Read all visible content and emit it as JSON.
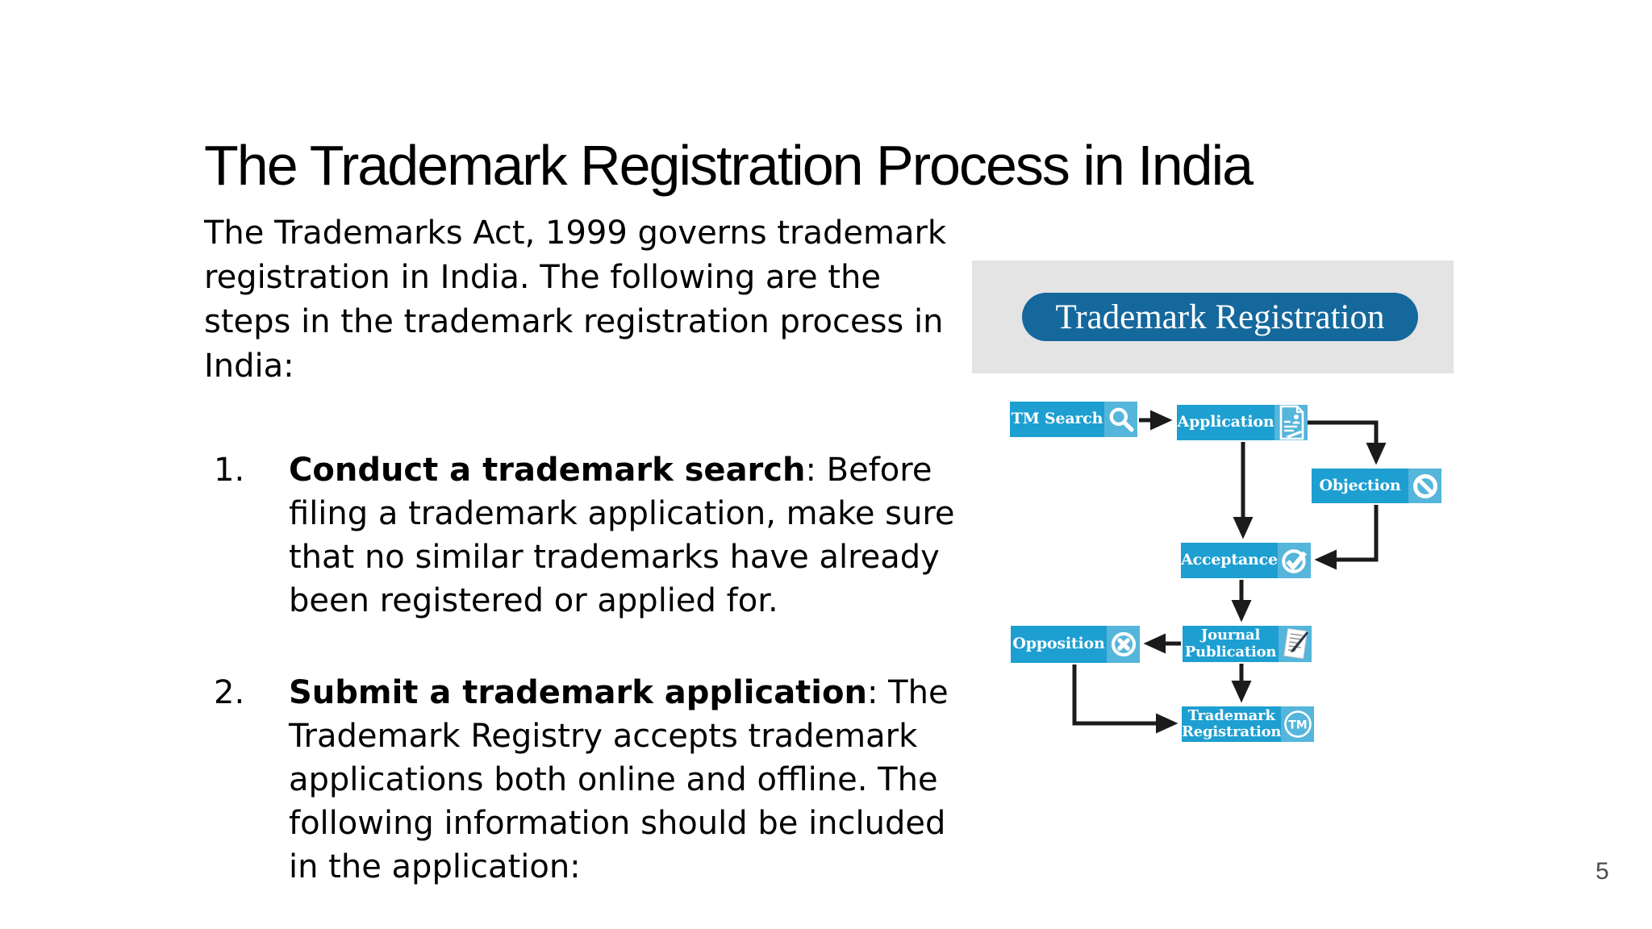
{
  "slide": {
    "title": "The Trademark Registration Process in India",
    "intro": "The Trademarks Act, 1999 governs trademark\nregistration in India. The following are the\nsteps in the trademark registration process in\nIndia:",
    "items": [
      {
        "number": "1.",
        "bold": "Conduct a trademark search",
        "rest": ": Before\nfiling a trademark application, make sure\nthat no similar trademarks have already\nbeen registered or applied for."
      },
      {
        "number": "2.",
        "bold": "Submit a trademark application",
        "rest": ": The\nTrademark Registry accepts trademark\napplications both online and offline. The\nfollowing information should be included\nin the application:"
      }
    ],
    "page_number": "5"
  },
  "diagram": {
    "banner": {
      "label": "Trademark Registration",
      "pill_color": "#15689c",
      "bg_color": "#e4e4e4"
    },
    "colors": {
      "node_fill": "#1d9fd2",
      "icon_tile_fill": "#55b5db",
      "arrow": "#1b1b1b"
    },
    "nodes": [
      {
        "id": "tm-search",
        "label": "TM Search",
        "icon": "search-icon"
      },
      {
        "id": "application",
        "label": "Application",
        "icon": "application-document-icon"
      },
      {
        "id": "objection",
        "label": "Objection",
        "icon": "prohibition-icon"
      },
      {
        "id": "acceptance",
        "label": "Acceptance",
        "icon": "check-circle-icon"
      },
      {
        "id": "opposition",
        "label": "Opposition",
        "icon": "cross-circle-icon"
      },
      {
        "id": "journal",
        "label": "Journal\nPublication",
        "icon": "paper-pen-icon"
      },
      {
        "id": "registration",
        "label": "Trademark\nRegistration",
        "icon": "tm-circle-icon",
        "icon_text": "TM"
      }
    ]
  }
}
